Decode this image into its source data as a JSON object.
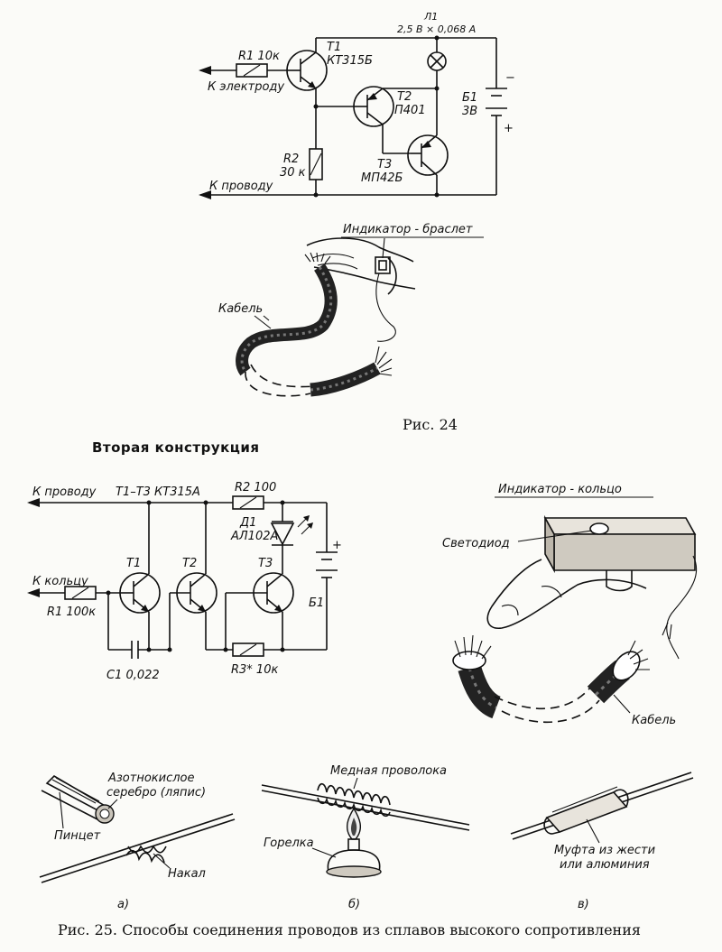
{
  "fig24": {
    "circuit": {
      "r1": "R1 10к",
      "to_electrode": "К электроду",
      "t1_name": "T1",
      "t1_type": "КТ315Б",
      "l1_name": "Л1",
      "l1_rating": "2,5 В × 0,068 А",
      "t2_name": "T2",
      "t2_type": "П401",
      "b1_name": "Б1",
      "b1_voltage": "3В",
      "b1_minus": "−",
      "b1_plus": "+",
      "r2_name": "R2",
      "r2_value": "30 к",
      "t3_name": "T3",
      "t3_type": "МП42Б",
      "to_wire": "К проводу"
    },
    "illustration": {
      "indicator": "Индикатор - браслет",
      "cable": "Кабель"
    },
    "caption": "Рис. 24"
  },
  "fig25": {
    "heading": "Вторая конструкция",
    "circuit": {
      "to_wire": "К проводу",
      "transistors": "T1–T3  КТ315А",
      "r2": "R2  100",
      "d1_name": "Д1",
      "d1_type": "АЛ102А",
      "plus": "+",
      "to_ring": "К кольцу",
      "r1": "R1  100к",
      "t1": "T1",
      "t2": "T2",
      "t3": "T3",
      "b1": "Б1",
      "c1": "С1  0,022",
      "r3": "R3*  10к"
    },
    "ring": {
      "title": "Индикатор - кольцо",
      "led": "Светодиод",
      "cable": "Кабель"
    },
    "methods": {
      "a_label1": "Азотнокислое",
      "a_label2": "серебро (ляпис)",
      "a_tweezers": "Пинцет",
      "a_filament": "Накал",
      "a_letter": "а)",
      "b_wire": "Медная проволока",
      "b_burner": "Горелка",
      "b_letter": "б)",
      "c_label1": "Муфта из жести",
      "c_label2": "или алюминия",
      "c_letter": "в)"
    },
    "caption": "Рис. 25. Способы соединения проводов из сплавов высокого сопротивления"
  }
}
